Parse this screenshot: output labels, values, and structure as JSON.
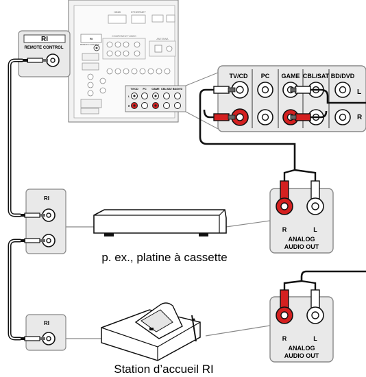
{
  "receiver": {
    "ri_logo": "RI",
    "remote_control_label": "REMOTE CONTROL",
    "small_remote_label": "REMOTE CONTROL",
    "hdmi_label": "HDMI",
    "ethernet_label": "ETHERNET",
    "component_label": "COMPONENT VIDEO",
    "antenna_label": "ANTENNA",
    "small_input_labels": [
      "TV/CD",
      "PC",
      "GAME",
      "CBL/SAT",
      "BD/DVD"
    ],
    "small_lr": [
      "L",
      "R"
    ]
  },
  "input_panel": {
    "labels": [
      "TV/CD",
      "PC",
      "GAME",
      "CBL/SAT",
      "BD/DVD"
    ],
    "left": "L",
    "right": "R"
  },
  "devices": [
    {
      "caption": "p. ex., platine à cassette",
      "ri_logo": "RI",
      "out_r": "R",
      "out_l": "L",
      "out_label_1": "ANALOG",
      "out_label_2": "AUDIO OUT"
    },
    {
      "caption": "Station d’accueil RI",
      "ri_logo": "RI",
      "out_r": "R",
      "out_l": "L",
      "out_label_1": "ANALOG",
      "out_label_2": "AUDIO OUT"
    }
  ],
  "colors": {
    "red_plug": "#d42020",
    "white_plug": "#ffffff",
    "panel_fill": "#e9e9e9",
    "panel_stroke": "#888888"
  }
}
